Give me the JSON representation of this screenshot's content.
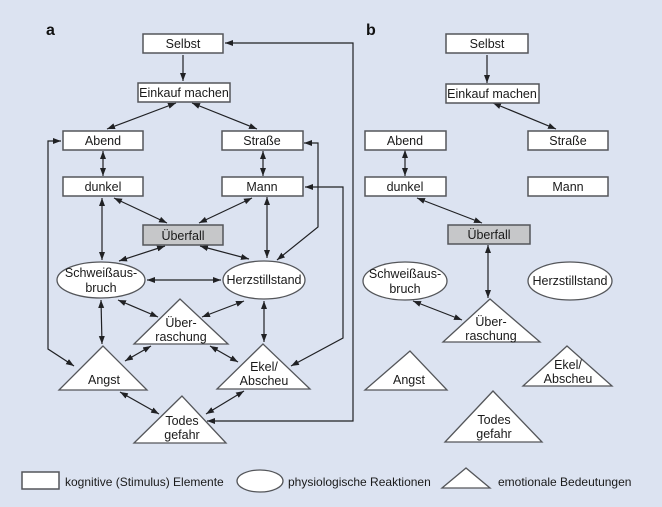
{
  "figure": {
    "type": "semantic-network-diagram",
    "background_color": "#dce3f1",
    "colors": {
      "node_fill": "#ffffff",
      "node_border": "#54565a",
      "highlight_fill": "#c6c7c9",
      "edge_color": "#202124",
      "text_color": "#1a1a1a"
    }
  },
  "nodes": {
    "selbst": {
      "label": "Selbst",
      "type": "rect"
    },
    "einkauf": {
      "label": "Einkauf machen",
      "type": "rect"
    },
    "abend": {
      "label": "Abend",
      "type": "rect"
    },
    "strasse": {
      "label": "Straße",
      "type": "rect"
    },
    "dunkel": {
      "label": "dunkel",
      "type": "rect"
    },
    "mann": {
      "label": "Mann",
      "type": "rect"
    },
    "ueberfall": {
      "label": "Überfall",
      "type": "rect",
      "highlighted": true
    },
    "schweissausbruch": {
      "label": "Schweißausbruch",
      "lines": [
        "Schweißaus-",
        "bruch"
      ],
      "type": "ellipse"
    },
    "herzstillstand": {
      "label": "Herzstillstand",
      "lines": [
        "Herzstillstand"
      ],
      "type": "ellipse"
    },
    "ueberraschung": {
      "label": "Überraschung",
      "lines": [
        "Über-",
        "raschung"
      ],
      "type": "triangle"
    },
    "angst": {
      "label": "Angst",
      "lines": [
        "Angst"
      ],
      "type": "triangle"
    },
    "ekel": {
      "label": "Ekel/Abscheu",
      "lines": [
        "Ekel/",
        "Abscheu"
      ],
      "type": "triangle"
    },
    "todesgefahr": {
      "label": "Todesgefahr",
      "lines": [
        "Todes",
        "gefahr"
      ],
      "type": "triangle"
    }
  },
  "panel_a": {
    "label": "a",
    "edges": [
      {
        "from": "selbst",
        "to": "einkauf",
        "bidirectional": false
      },
      {
        "from": "einkauf",
        "to": "abend",
        "bidirectional": true
      },
      {
        "from": "einkauf",
        "to": "strasse",
        "bidirectional": true
      },
      {
        "from": "abend",
        "to": "dunkel",
        "bidirectional": true
      },
      {
        "from": "strasse",
        "to": "mann",
        "bidirectional": true
      },
      {
        "from": "dunkel",
        "to": "ueberfall",
        "bidirectional": true
      },
      {
        "from": "mann",
        "to": "ueberfall",
        "bidirectional": true
      },
      {
        "from": "dunkel",
        "to": "schweissausbruch",
        "bidirectional": true
      },
      {
        "from": "mann",
        "to": "herzstillstand",
        "bidirectional": true
      },
      {
        "from": "ueberfall",
        "to": "schweissausbruch",
        "bidirectional": true
      },
      {
        "from": "ueberfall",
        "to": "herzstillstand",
        "bidirectional": true
      },
      {
        "from": "schweissausbruch",
        "to": "herzstillstand",
        "bidirectional": true
      },
      {
        "from": "schweissausbruch",
        "to": "ueberraschung",
        "bidirectional": true
      },
      {
        "from": "herzstillstand",
        "to": "ueberraschung",
        "bidirectional": true
      },
      {
        "from": "schweissausbruch",
        "to": "angst",
        "bidirectional": true
      },
      {
        "from": "herzstillstand",
        "to": "ekel",
        "bidirectional": true
      },
      {
        "from": "ueberraschung",
        "to": "angst",
        "bidirectional": true
      },
      {
        "from": "ueberraschung",
        "to": "ekel",
        "bidirectional": true
      },
      {
        "from": "angst",
        "to": "todesgefahr",
        "bidirectional": true
      },
      {
        "from": "ekel",
        "to": "todesgefahr",
        "bidirectional": true
      },
      {
        "from": "abend",
        "to": "angst",
        "bidirectional": true,
        "route": "left-detour"
      },
      {
        "from": "strasse",
        "to": "herzstillstand",
        "bidirectional": true,
        "route": "right-detour"
      },
      {
        "from": "mann",
        "to": "ekel",
        "bidirectional": true,
        "route": "right-detour"
      },
      {
        "from": "selbst",
        "to": "todesgefahr",
        "bidirectional": true,
        "route": "outer-right-detour"
      }
    ]
  },
  "panel_b": {
    "label": "b",
    "edges": [
      {
        "from": "selbst",
        "to": "einkauf",
        "bidirectional": false
      },
      {
        "from": "einkauf",
        "to": "strasse",
        "bidirectional": true
      },
      {
        "from": "abend",
        "to": "dunkel",
        "bidirectional": true
      },
      {
        "from": "dunkel",
        "to": "ueberfall",
        "bidirectional": true
      },
      {
        "from": "ueberfall",
        "to": "ueberraschung",
        "bidirectional": true
      },
      {
        "from": "schweissausbruch",
        "to": "ueberraschung",
        "bidirectional": true
      }
    ]
  },
  "legend": {
    "items": [
      {
        "shape": "rect",
        "label": "kognitive (Stimulus) Elemente"
      },
      {
        "shape": "ellipse",
        "label": "physiologische Reaktionen"
      },
      {
        "shape": "triangle",
        "label": "emotionale Bedeutungen"
      }
    ]
  }
}
